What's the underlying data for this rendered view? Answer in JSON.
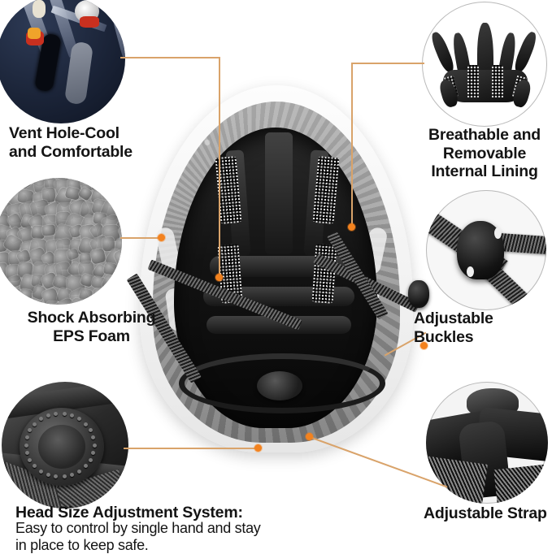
{
  "page": {
    "title": "Bicycle Helmet Feature Callout Infographic",
    "background_color": "#ffffff",
    "accent_color": "#f3821e",
    "line_color": "#d9a36a",
    "text_color": "#141414"
  },
  "callouts": [
    {
      "id": "vent-hole",
      "label": "Vent Hole-Cool\nand Comfortable",
      "inset_name": "navy-helmet-shell-vent-closeup",
      "position": "top-left"
    },
    {
      "id": "eps-foam",
      "label": "Shock Absorbing\nEPS Foam",
      "inset_name": "eps-foam-texture-closeup",
      "position": "middle-left"
    },
    {
      "id": "head-size-adjustment",
      "label": "Head Size Adjustment System:",
      "sublabel": "Easy to control by single hand and stay\nin place to keep safe.",
      "inset_name": "adjustment-dial-closeup",
      "position": "bottom-left"
    },
    {
      "id": "internal-lining",
      "label": "Breathable and\nRemovable\nInternal Lining",
      "inset_name": "removable-lining-pads-closeup",
      "position": "top-right"
    },
    {
      "id": "adjustable-buckles",
      "label": "Adjustable Buckles",
      "inset_name": "strap-buckle-closeup",
      "position": "middle-right"
    },
    {
      "id": "adjustable-strap",
      "label": "Adjustable Strap",
      "inset_name": "chin-strap-pad-closeup",
      "position": "bottom-right"
    }
  ],
  "center_image": {
    "name": "helmet-interior-view",
    "description": "White bicycle helmet shown from inside with grey EPS foam, black padded lining and straps"
  }
}
